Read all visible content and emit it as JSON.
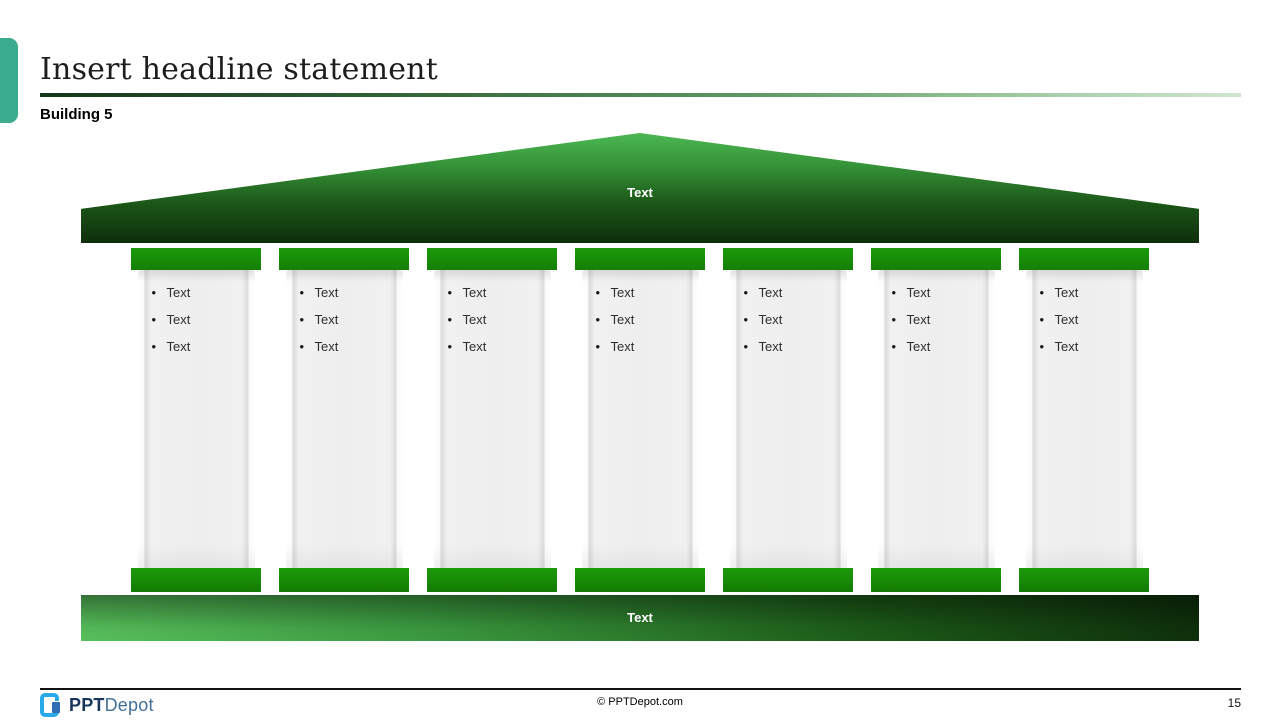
{
  "slide": {
    "title": "Insert headline statement",
    "subtitle": "Building 5",
    "footer_center": "© PPTDepot.com",
    "page_number": "15",
    "brand": {
      "ppt": "PPT",
      "depot": "Depot"
    }
  },
  "building": {
    "roof_label": "Text",
    "foundation_label": "Text",
    "columns": [
      {
        "items": [
          "Text",
          "Text",
          "Text"
        ]
      },
      {
        "items": [
          "Text",
          "Text",
          "Text"
        ]
      },
      {
        "items": [
          "Text",
          "Text",
          "Text"
        ]
      },
      {
        "items": [
          "Text",
          "Text",
          "Text"
        ]
      },
      {
        "items": [
          "Text",
          "Text",
          "Text"
        ]
      },
      {
        "items": [
          "Text",
          "Text",
          "Text"
        ]
      },
      {
        "items": [
          "Text",
          "Text",
          "Text"
        ]
      }
    ]
  },
  "colors": {
    "accent_tab_teal": "#3bac8d",
    "capital_green": "#1a8d08",
    "roof_gradient_top": "#4cb852",
    "roof_gradient_bottom": "#0e2f0b",
    "foundation_light": "#58c05c",
    "foundation_dark": "#0e300b",
    "divider_dark": "#15361a",
    "divider_light": "#cfe6ce",
    "brand_icon_blue": "#29a9e9",
    "brand_icon_dark_blue": "#2f6db4",
    "brand_ppt_navy": "#16365c",
    "brand_depot_blue": "#427199"
  }
}
